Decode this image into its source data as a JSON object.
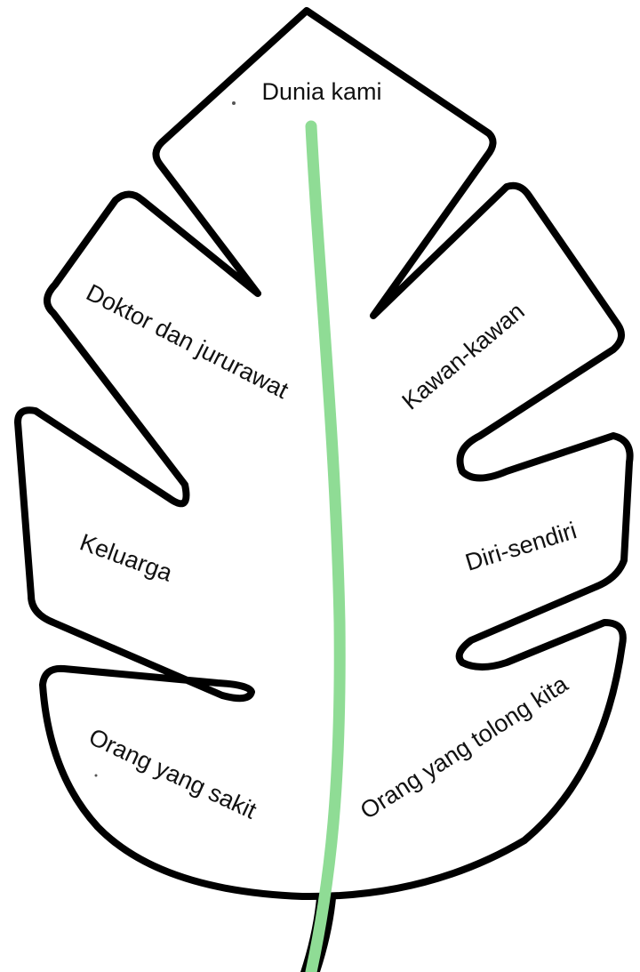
{
  "diagram": {
    "labels": {
      "top": "Dunia kami",
      "doctors_nurses": "Doktor dan jururawat",
      "friends": "Kawan-kawan",
      "family": "Keluarga",
      "self": "Diri-sendiri",
      "sick_people": "Orang yang sakit",
      "helpers": "Orang yang tolong kita"
    },
    "colors": {
      "outline": "#000000",
      "leaf_fill": "#ffffff",
      "vein": "#8fdc95",
      "text": "#111111"
    }
  }
}
